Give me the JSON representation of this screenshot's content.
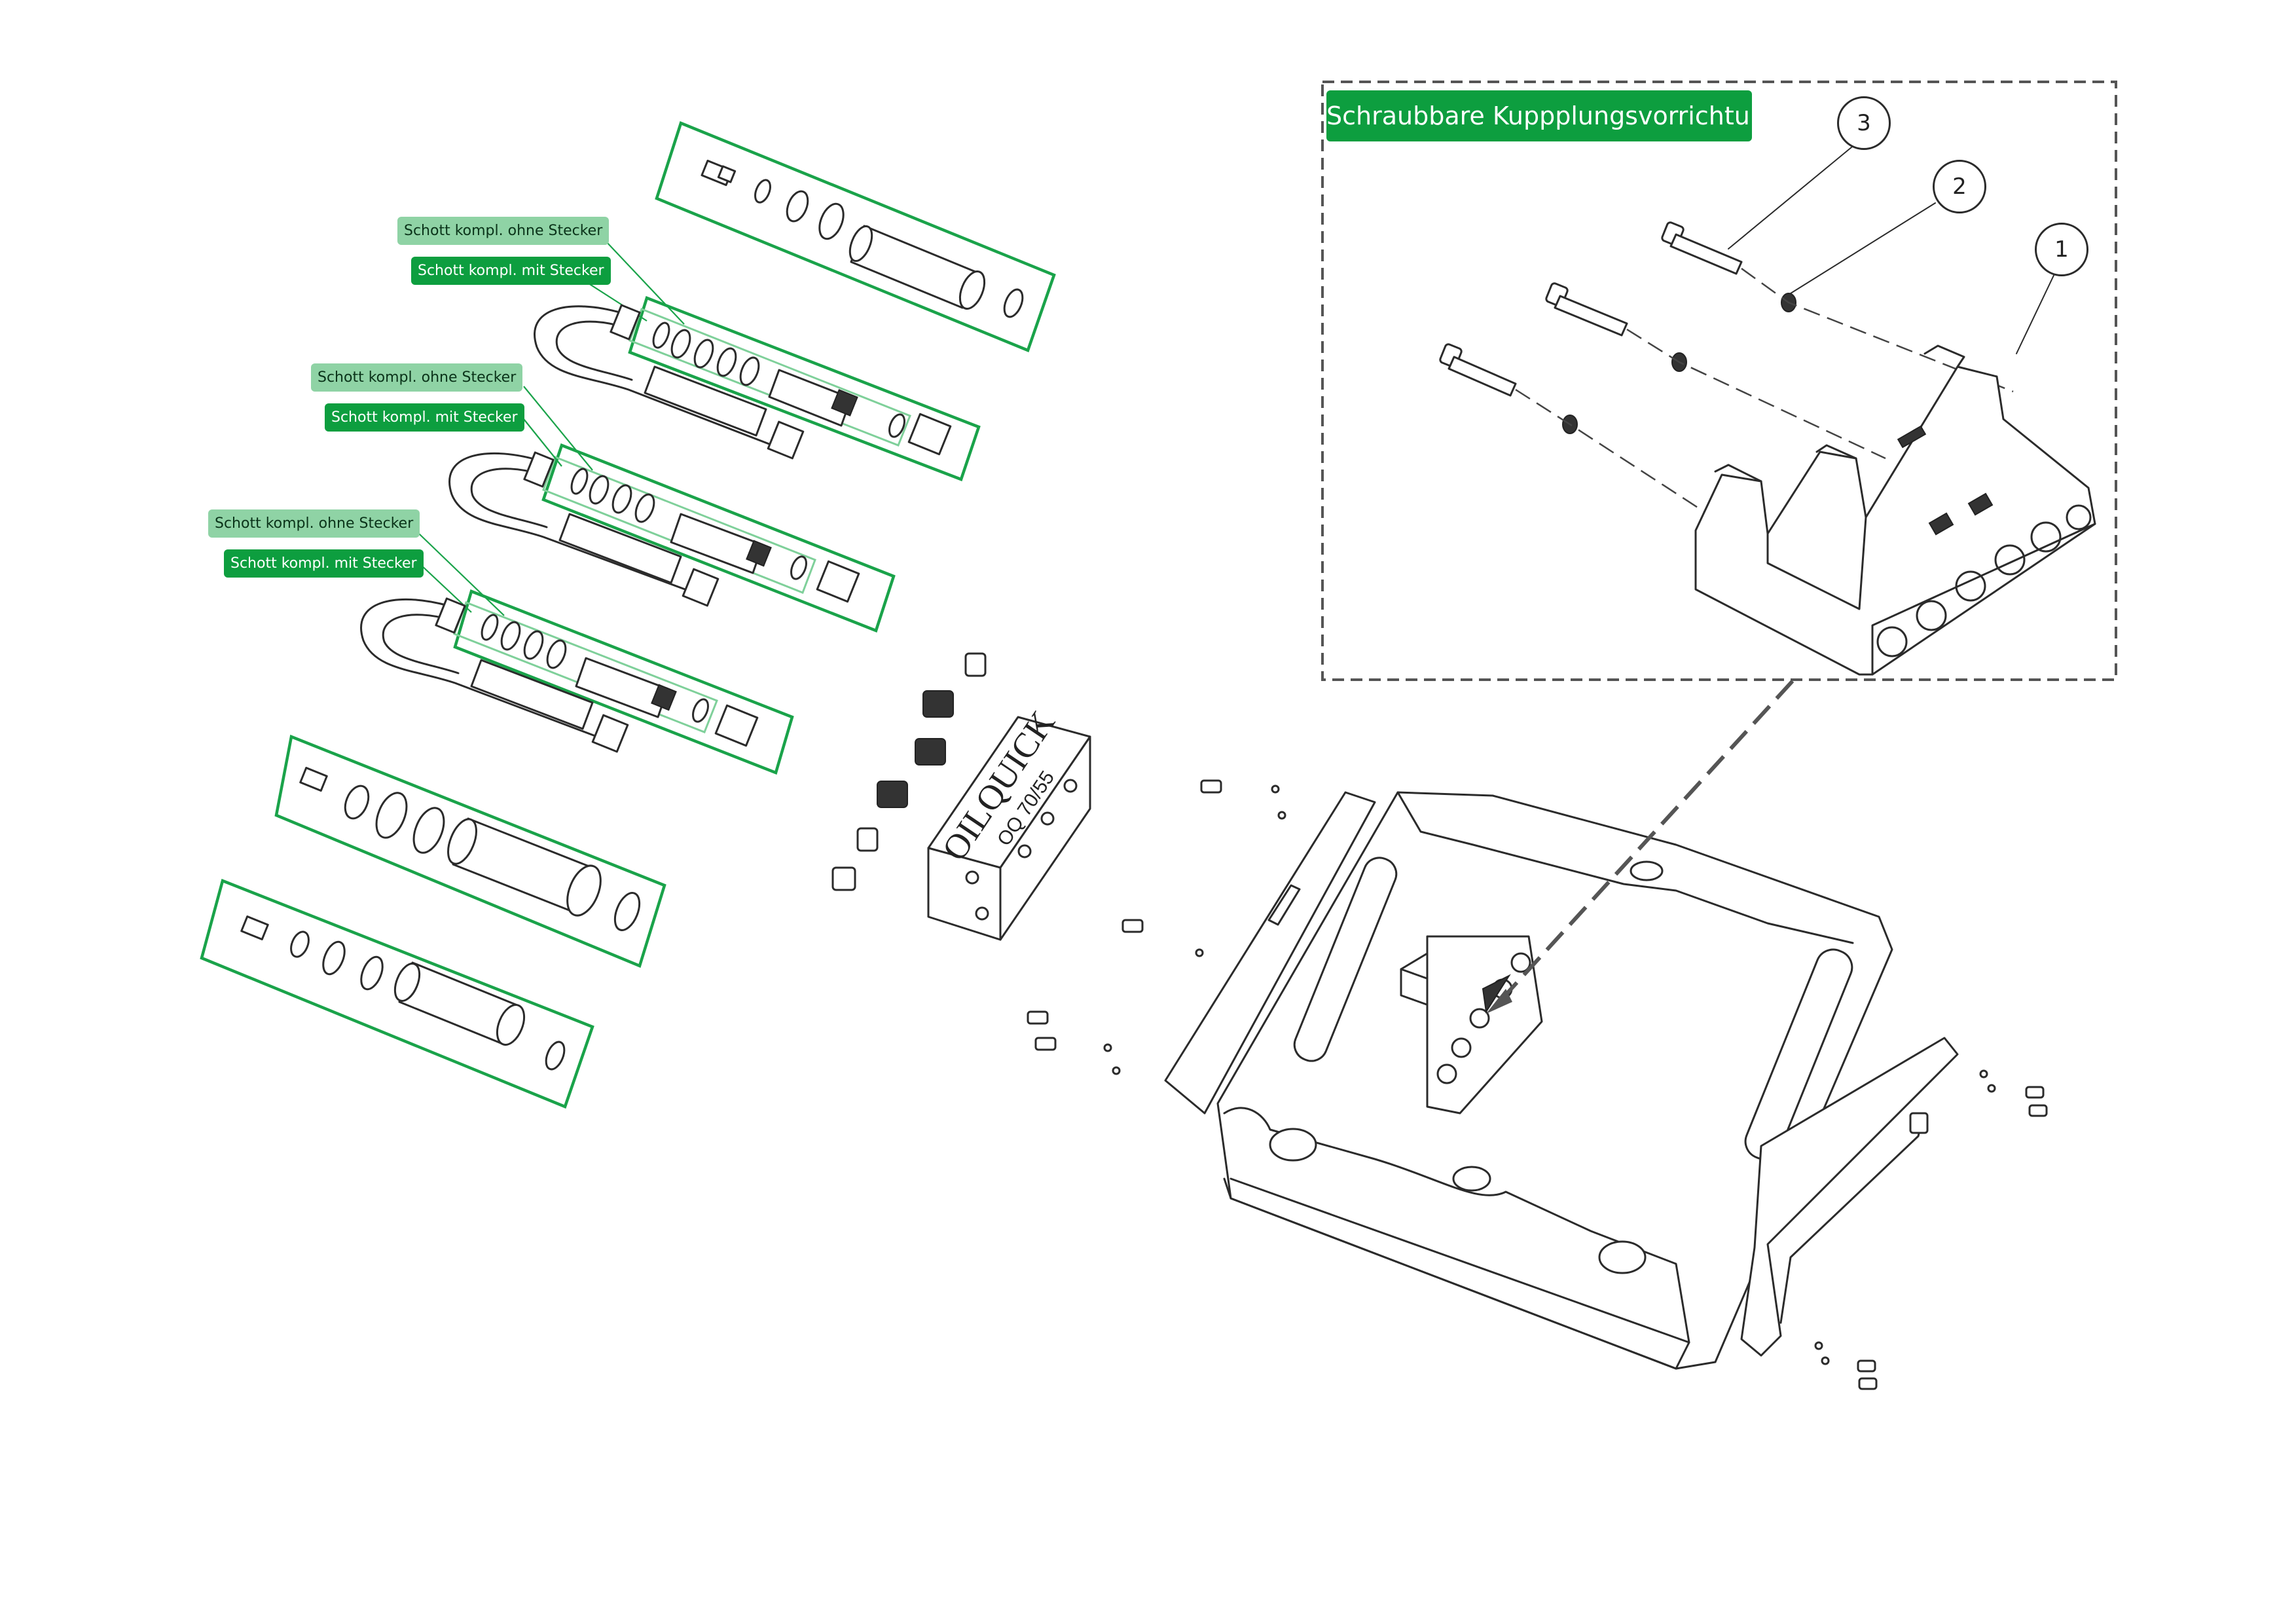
{
  "labels": {
    "ohne": "Schott kompl. ohne Stecker",
    "mit": "Schott kompl. mit Stecker"
  },
  "detail": {
    "title": "Schraubbare Kuppplungsvorrichtung",
    "balloons": [
      "1",
      "2",
      "3"
    ]
  },
  "brand": {
    "name": "OILQUICK",
    "model": "OQ 70/55"
  },
  "colors": {
    "green": "#0d9e3f",
    "light_green": "#8fd3a5",
    "line": "#2b2b2b"
  }
}
